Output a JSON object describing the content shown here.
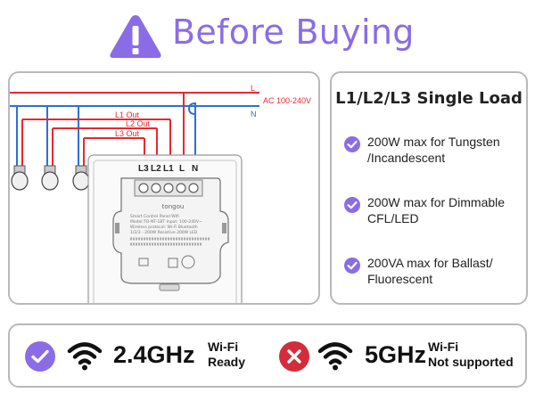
{
  "header": {
    "title": "Before Buying",
    "icon": "warning-icon"
  },
  "colors": {
    "accent": "#8a6de6",
    "live_wire": "#e8282f",
    "neutral_wire": "#2e6fd6",
    "error": "#d42c3a"
  },
  "diagram": {
    "wire_L": "L",
    "wire_N": "N",
    "supply": "AC 100-240V",
    "out1": "L1 Out",
    "out2": "L2 Out",
    "out3": "L3 Out",
    "term_L3": "L3",
    "term_L2": "L2",
    "term_L1": "L1",
    "term_L": "L",
    "term_N": "N",
    "module_brand": "tongou",
    "module_line1": "Smart Control Panel Wifi",
    "module_line2": "Model:TO-NT-1BT  Input: 100-240V~",
    "module_line3": "Wireless protocol: Wi-Fi  Bluetooth",
    "module_line4": "1/2/3 - 200W Resistive  200W LED"
  },
  "load": {
    "title": "L1/L2/L3 Single Load",
    "specs": [
      {
        "text": "200W max for Tungsten /Incandescent"
      },
      {
        "text": "200W max for Dimmable CFL/LED"
      },
      {
        "text": "200VA max for Ballast/ Fluorescent"
      }
    ]
  },
  "wifi": {
    "freq1": "2.4GHz",
    "label1a": "Wi-Fi",
    "label1b": "Ready",
    "freq2": "5GHz",
    "label2a": "Wi-Fi",
    "label2b": "Not supported"
  }
}
